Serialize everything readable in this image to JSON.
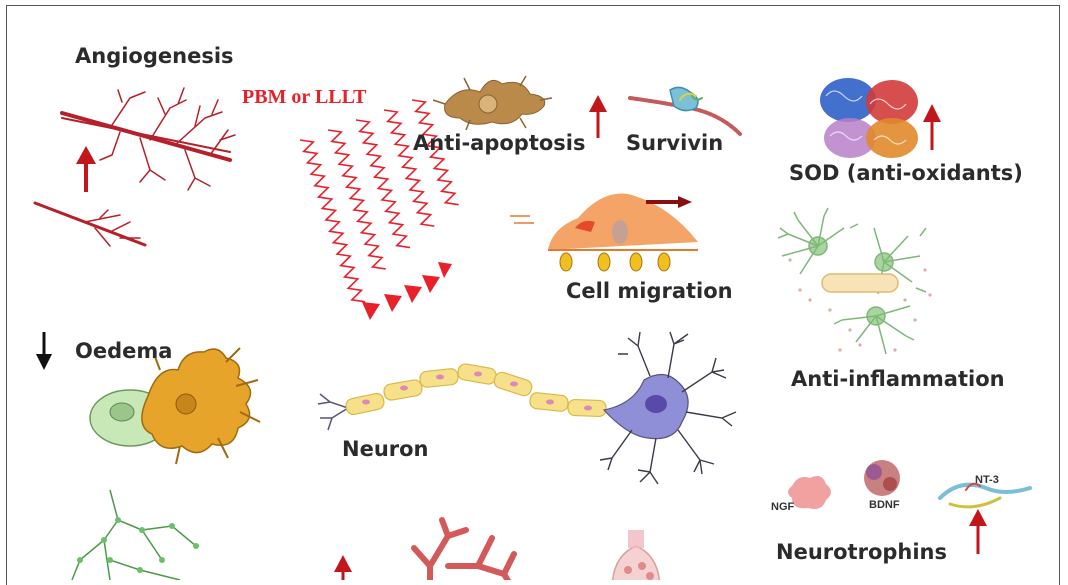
{
  "labels": {
    "angiogenesis": "Angiogenesis",
    "pbm": "PBM or LLLT",
    "anti_apoptosis": "Anti-apoptosis",
    "survivin": "Survivin",
    "sod": "SOD (anti-oxidants)",
    "cell_migration": "Cell migration",
    "oedema": "Oedema",
    "anti_inflammation": "Anti-inflammation",
    "neuron": "Neuron",
    "neurotrophins": "Neurotrophins",
    "ngf": "NGF",
    "bdnf": "BDNF",
    "nt3": "NT-3"
  },
  "colors": {
    "arrow_up": "#c0161c",
    "arrow_down": "#111111",
    "laser": "#e8202a",
    "vessel": "#b5202a",
    "astrocyte": "#e6a52a",
    "cell_migration": "#f39a55",
    "glia_green": "#7fb77a",
    "neuron_purple": "#8f8fd8",
    "myelin": "#f7e08a"
  }
}
